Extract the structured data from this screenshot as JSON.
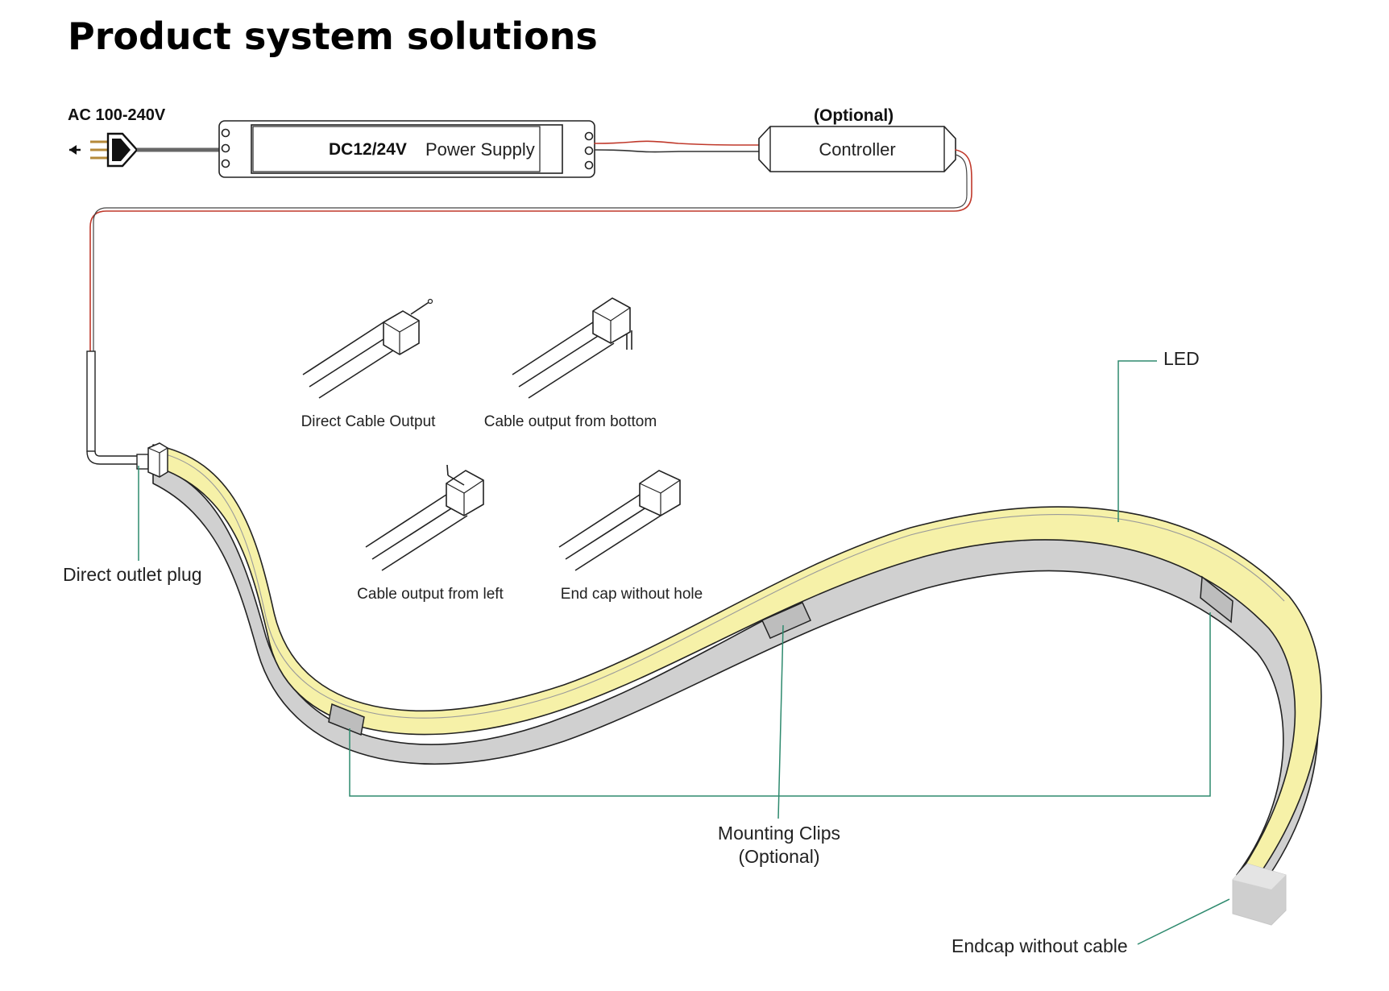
{
  "title": "Product system solutions",
  "input": {
    "label": "AC 100-240V"
  },
  "power_supply": {
    "voltage_label": "DC12/24V",
    "name_label": "Power Supply"
  },
  "controller": {
    "optional_label": "(Optional)",
    "name_label": "Controller"
  },
  "cable_options": [
    {
      "label": "Direct Cable Output"
    },
    {
      "label": "Cable output from bottom"
    },
    {
      "label": "Cable output from left"
    },
    {
      "label": "End cap without hole"
    }
  ],
  "callouts": {
    "led": "LED",
    "direct_outlet_plug": "Direct outlet plug",
    "mounting_clips_line1": "Mounting Clips",
    "mounting_clips_line2": "(Optional)",
    "endcap": "Endcap without cable"
  },
  "colors": {
    "led_strip": "#f6f1a8",
    "strip_side": "#d0d0d0",
    "leader_line": "#2e8a6e",
    "wire_red": "#c0392b"
  }
}
